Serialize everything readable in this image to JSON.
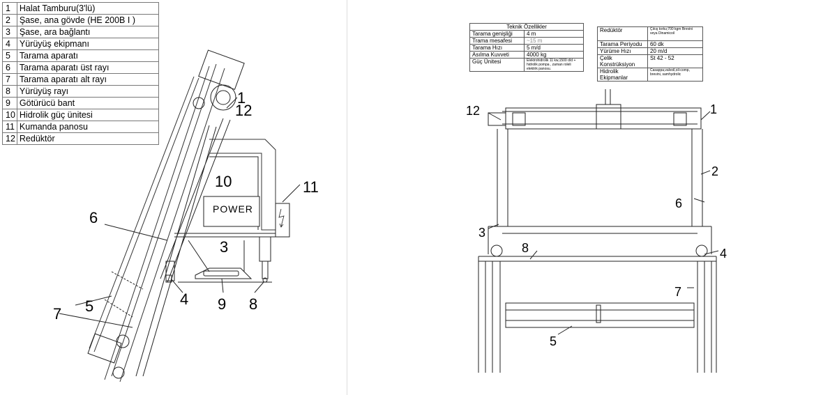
{
  "legend": [
    {
      "n": "1",
      "label": "Halat Tamburu(3'lü)"
    },
    {
      "n": "2",
      "label": "Şase, ana gövde (HE 200B I )"
    },
    {
      "n": "3",
      "label": "Şase, ara bağlantı"
    },
    {
      "n": "4",
      "label": "Yürüyüş ekipmanı"
    },
    {
      "n": "5",
      "label": "Tarama aparatı"
    },
    {
      "n": "6",
      "label": "Tarama aparatı üst rayı"
    },
    {
      "n": "7",
      "label": "Tarama aparatı alt rayı"
    },
    {
      "n": "8",
      "label": "Yürüyüş rayı"
    },
    {
      "n": "9",
      "label": "Götürücü bant"
    },
    {
      "n": "10",
      "label": "Hidrolik güç ünitesi"
    },
    {
      "n": "11",
      "label": "Kumanda panosu"
    },
    {
      "n": "12",
      "label": "Redüktör"
    }
  ],
  "spec_left": {
    "title": "Teknik Özellikler",
    "rows": [
      {
        "k": "Tarama genişliği",
        "v": "4 m"
      },
      {
        "k": "Trama mesafesi",
        "v": "~15  m"
      },
      {
        "k": "Tarama Hızı",
        "v": "5 m/d"
      },
      {
        "k": "Asılma Kuvveti",
        "v": "4000 kg"
      },
      {
        "k": "Güç Ünitesi",
        "v": "Elektrohidrolik 11 kw,1500 d/d + hidrolik pompa , zaman roleli elektrik panosu."
      }
    ]
  },
  "spec_right": {
    "rows": [
      {
        "k": "Redüktör",
        "v": "Çıkış torku;700 kgm Brevini veya Dinamicoil"
      },
      {
        "k": "Tarama Periyodu",
        "v": "60 dk"
      },
      {
        "k": "Yürüme Hızı",
        "v": "20 m/d"
      },
      {
        "k": "Çelik Konstrüksiyon",
        "v": "St 42 - 52"
      },
      {
        "k": "Hidrolik Ekipmanlar",
        "v": "Casappa,valvoil,oil-comp, brevini, samhydrolic"
      }
    ]
  },
  "side_view": {
    "power_label": "POWER",
    "callouts": [
      "1",
      "12",
      "10",
      "11",
      "6",
      "3",
      "5",
      "4",
      "9",
      "8",
      "7"
    ]
  },
  "front_view": {
    "callouts": [
      "12",
      "1",
      "2",
      "6",
      "3",
      "8",
      "4",
      "7",
      "5"
    ]
  }
}
